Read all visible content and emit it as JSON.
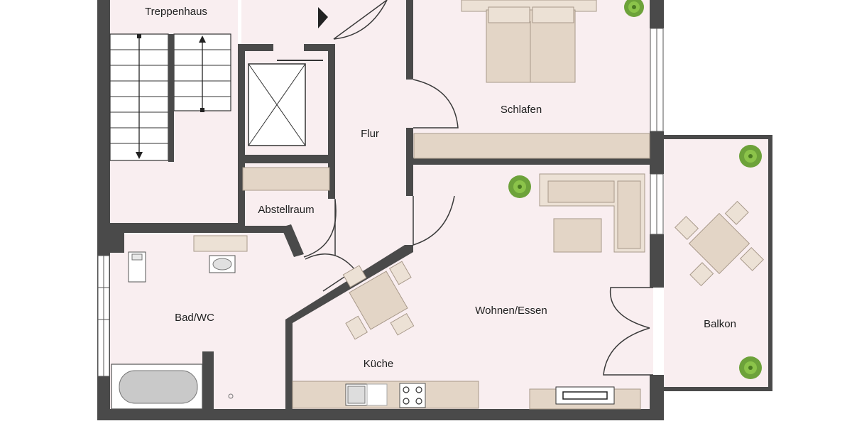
{
  "rooms": {
    "treppenhaus": "Treppenhaus",
    "schlafen": "Schlafen",
    "flur": "Flur",
    "abstellraum": "Abstellraum",
    "bad": "Bad/WC",
    "wohnen": "Wohnen/Essen",
    "kueche": "Küche",
    "balkon": "Balkon"
  },
  "colors": {
    "wall": "#4a4a4a",
    "floor": "#f9eef0",
    "furniture": "#e3d5c6",
    "plant": "#6da23a"
  },
  "icons": [
    "plant-icon",
    "elevator-icon",
    "bathtub-icon",
    "sink-icon",
    "stove-icon"
  ]
}
